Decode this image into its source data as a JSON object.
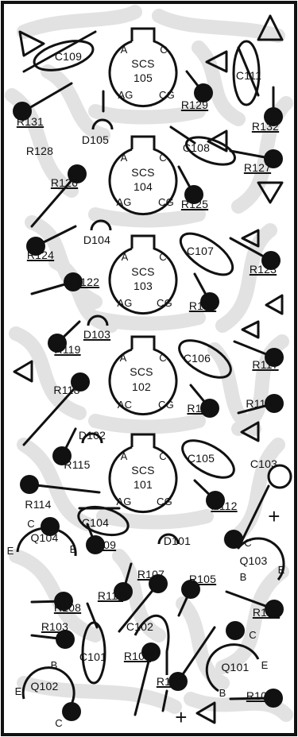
{
  "scs": [
    {
      "type": "SCS",
      "num": "105",
      "pins": [
        "A",
        "C",
        "AG",
        "CG"
      ]
    },
    {
      "type": "SCS",
      "num": "104",
      "pins": [
        "A",
        "C",
        "AG",
        "CG"
      ]
    },
    {
      "type": "SCS",
      "num": "103",
      "pins": [
        "A",
        "C",
        "AG",
        "CG"
      ]
    },
    {
      "type": "SCS",
      "num": "102",
      "pins": [
        "A",
        "C",
        "AC",
        "CG"
      ]
    },
    {
      "type": "SCS",
      "num": "101",
      "pins": [
        "A",
        "C",
        "AG",
        "CG"
      ]
    }
  ],
  "resistors": [
    "R131",
    "R132",
    "R129",
    "R128",
    "R127",
    "R126",
    "R125",
    "R124",
    "R123",
    "R122",
    "R121",
    "R119",
    "R117",
    "R118",
    "R116",
    "R113",
    "R115",
    "R114",
    "R112",
    "R109",
    "R111",
    "R107",
    "R105",
    "R108",
    "R106",
    "R103",
    "R104",
    "R102",
    "R101"
  ],
  "capacitors": [
    "C109",
    "C111",
    "C108",
    "C107",
    "C106",
    "C105",
    "C103",
    "C104",
    "C102",
    "C101"
  ],
  "diodes": [
    "D105",
    "D104",
    "D103",
    "D102",
    "D101"
  ],
  "transistors": [
    {
      "name": "Q104",
      "pins": [
        "C",
        "E",
        "B"
      ]
    },
    {
      "name": "Q103",
      "pins": [
        "C",
        "B",
        "E"
      ]
    },
    {
      "name": "Q102",
      "pins": [
        "B",
        "E",
        "C"
      ]
    },
    {
      "name": "Q101",
      "pins": [
        "C",
        "E",
        "B"
      ]
    }
  ],
  "polarity": {
    "plus": "+"
  },
  "colors": {
    "ink": "#111111",
    "trace": "#e2e2e2",
    "background": "#ffffff"
  }
}
